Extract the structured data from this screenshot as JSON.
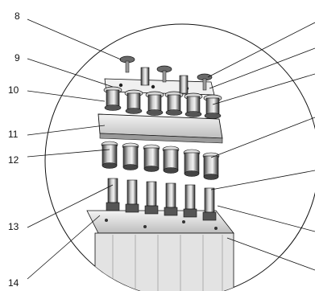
{
  "diagram": {
    "callouts": [
      {
        "id": "8",
        "text": "8"
      },
      {
        "id": "9",
        "text": "9"
      },
      {
        "id": "10",
        "text": "10"
      },
      {
        "id": "11",
        "text": "11"
      },
      {
        "id": "12",
        "text": "12"
      },
      {
        "id": "13",
        "text": "13"
      },
      {
        "id": "14",
        "text": "14"
      }
    ],
    "colors": {
      "ink": "#111111",
      "metal_dark": "#2b2b2b",
      "metal_mid": "#7a7a7a",
      "metal_light": "#d9d9d9",
      "background": "#ffffff"
    }
  }
}
